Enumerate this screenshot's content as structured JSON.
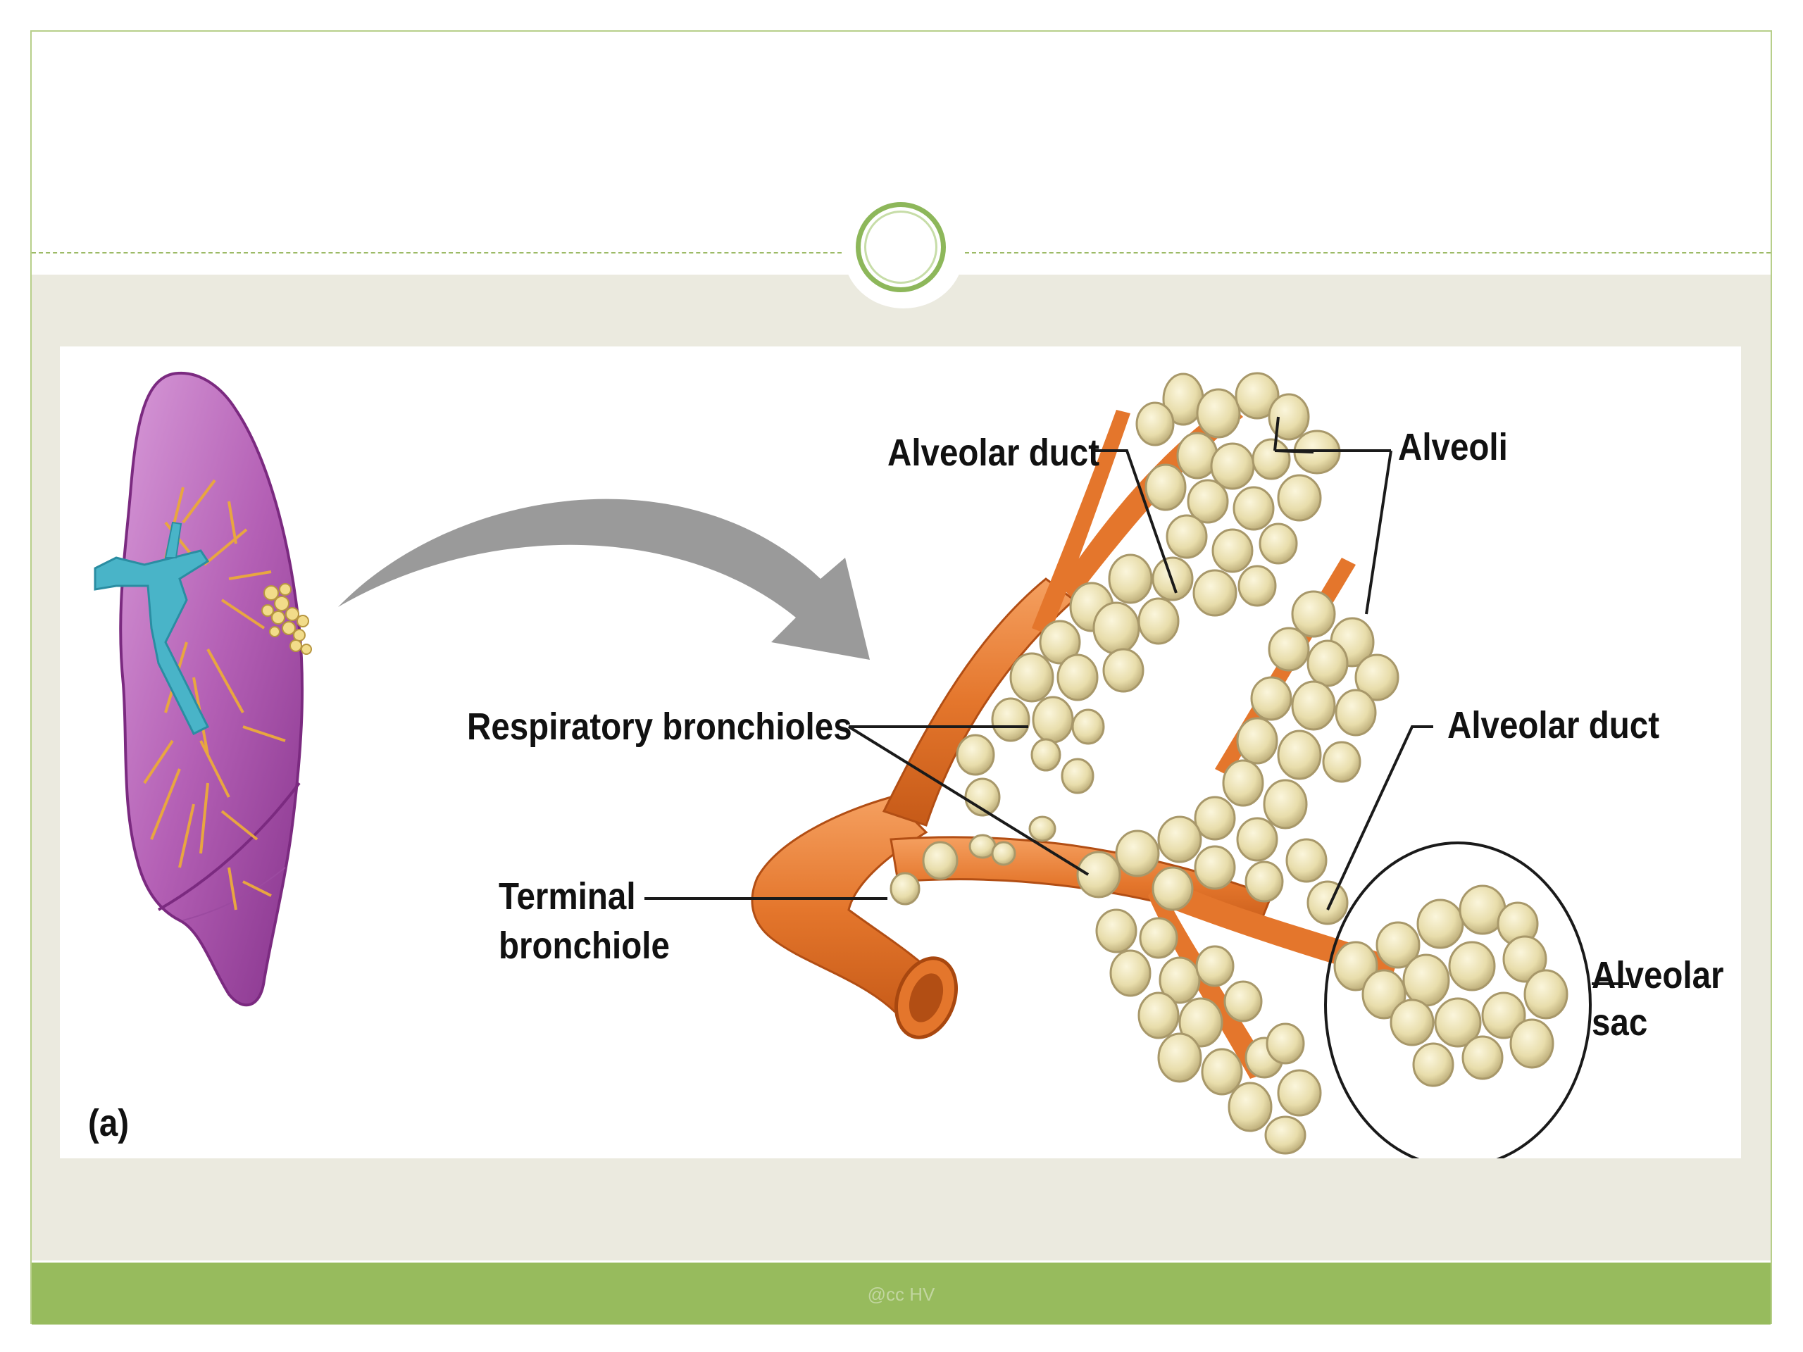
{
  "slide": {
    "footer_credit": "@cc HV",
    "accent_color": "#97bb5d",
    "ring_color": "#8db75a",
    "content_bg": "#ebeadf"
  },
  "figure": {
    "panel_label": "(a)",
    "labels": {
      "alveolar_duct_top": "Alveolar duct",
      "alveoli": "Alveoli",
      "respiratory_bronchioles": "Respiratory bronchioles",
      "alveolar_duct_right": "Alveolar duct",
      "terminal_bronchiole_line1": "Terminal",
      "terminal_bronchiole_line2": "bronchiole",
      "alveolar_sac_line1": "Alveolar",
      "alveolar_sac_line2": "sac"
    },
    "colors": {
      "lung": "#a24aa8",
      "bronchus": "#49b4c8",
      "bronchiole": "#e4762c",
      "alveoli": "#e8ddab",
      "arrow": "#9a9a9a"
    }
  }
}
